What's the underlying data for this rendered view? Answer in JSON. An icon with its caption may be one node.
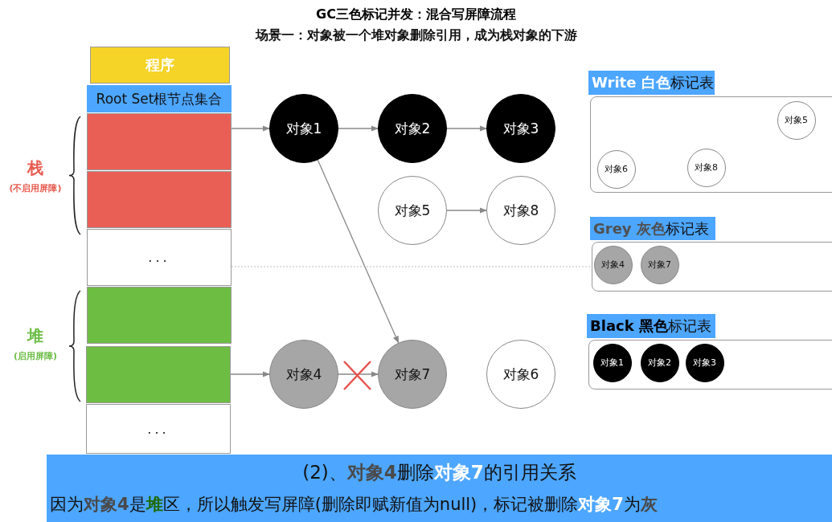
{
  "diagram": {
    "title": "GC三色标记并发：混合写屏障流程",
    "nodes": [
      {
        "text": [
          "程序"
        ]
      },
      {
        "text": [
          "Root Set根节点集合"
        ]
      },
      {
        "text": [],
        "shape": "box"
      },
      {
        "text": [],
        "shape": "box"
      },
      {
        "text": [
          "..."
        ]
      },
      {
        "text": [],
        "shape": "box"
      },
      {
        "text": [],
        "shape": "box"
      },
      {
        "text": [
          "..."
        ]
      },
      {
        "text": [
          "对象1"
        ]
      },
      {
        "text": [
          "对象2"
        ]
      },
      {
        "text": [
          "对象3"
        ]
      },
      {
        "text": [
          "对象5"
        ]
      },
      {
        "text": [
          "对象8"
        ]
      },
      {
        "text": [
          "对象4"
        ]
      },
      {
        "text": [
          "对象7"
        ]
      },
      {
        "text": [
          "对象6"
        ]
      },
      {
        "text": [
          "**Write 白色**标记表"
        ]
      },
      {
        "text": [],
        "shape": "box"
      },
      {
        "text": [
          "对象5"
        ],
        "in": 17
      },
      {
        "text": [
          "对象6"
        ],
        "in": 17
      },
      {
        "text": [
          "对象8"
        ],
        "in": 17
      },
      {
        "text": [
          "**Grey 灰色**标记表"
        ]
      },
      {
        "text": [],
        "shape": "box"
      },
      {
        "text": [
          "对象4"
        ],
        "in": 22
      },
      {
        "text": [
          "对象7"
        ],
        "in": 22
      },
      {
        "text": [
          "**Black 黑色**标记表"
        ]
      },
      {
        "text": [],
        "shape": "box"
      },
      {
        "text": [
          "对象1"
        ],
        "in": 26
      },
      {
        "text": [
          "对象2"
        ],
        "in": 26
      },
      {
        "text": [
          "对象3"
        ],
        "in": 26
      },
      {
        "text": [
          "(2)、**对象4**删除**对象7**的引用关系",
          "因为**对象4**是**堆**区，所以触发写屏障(删除即赋新值为null)，标记被删除**对象7**为**灰**"
        ]
      }
    ],
    "edges": [
      {
        "from": 2,
        "to": 8,
        "arrow": "to"
      },
      {
        "from": 8,
        "to": 9,
        "arrow": "to"
      },
      {
        "from": 9,
        "to": 10,
        "arrow": "to"
      },
      {
        "from": 8,
        "to": 14,
        "arrow": "to"
      },
      {
        "from": 11,
        "to": 12,
        "arrow": "to"
      },
      {
        "from": 6,
        "to": 13,
        "arrow": "to"
      },
      {
        "from": 13,
        "to": 14,
        "arrow": "to"
      },
      {
        "from": 4,
        "to": 22,
        "arrow": "none",
        "style": "dashed",
        "color": "#bbbbbb"
      }
    ],
    "labels": [
      "场景一：对象被一个堆对象删除引用，成为栈对象的下游",
      "栈",
      "(不启用屏障)",
      "堆",
      "(启用屏障)"
    ]
  }
}
